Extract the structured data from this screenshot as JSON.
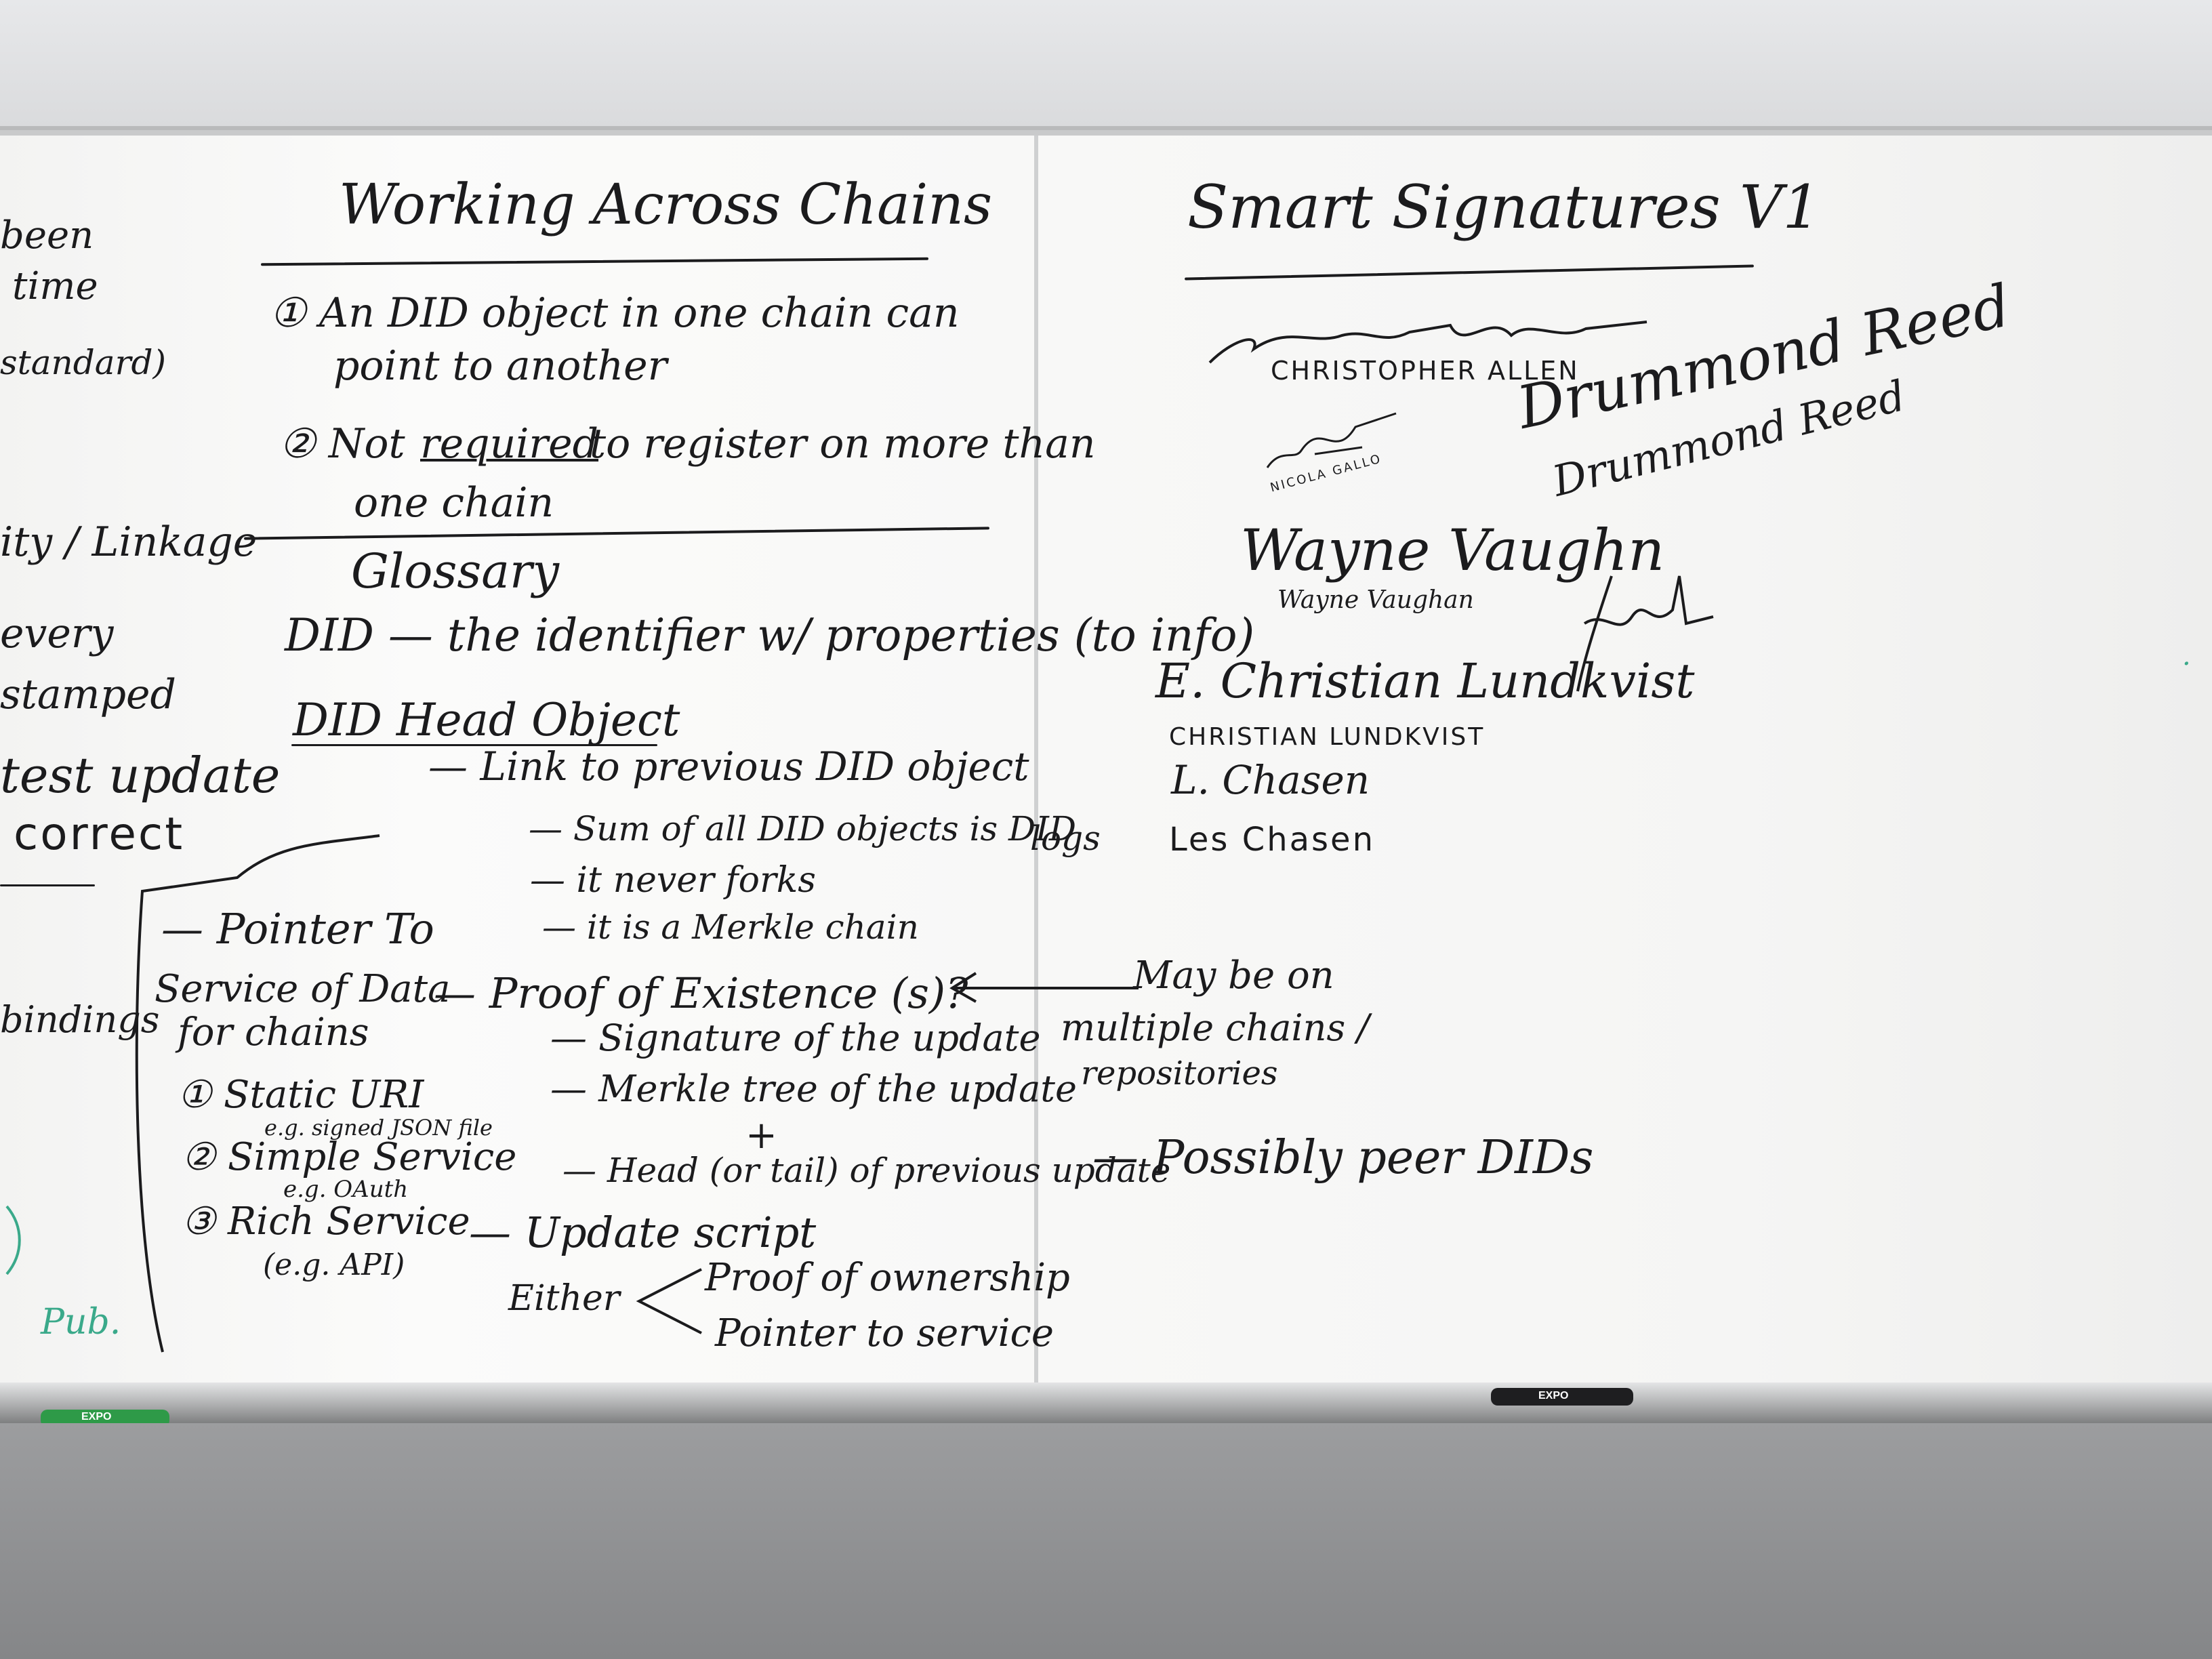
{
  "left_panel": {
    "title": "Working Across Chains",
    "item1": "① An DID object in one chain can",
    "item1_cont": "point to another",
    "item2_pre": "② Not",
    "item2_req": "required",
    "item2_post": "to register on more than",
    "item2_cont": "one chain",
    "glossary_title": "Glossary",
    "did_line": "DID — the identifier w/ properties (to info)",
    "did_head_object": "DID Head Object",
    "link_prev": "— Link to previous DID object",
    "sum_all": "— Sum of all DID objects is DID",
    "logs": "logs",
    "never_forks": "— it never forks",
    "merkle_chain": "— it is a Merkle chain",
    "proof_existence": "— Proof of Existence (s)?",
    "signature_update": "— Signature of the update",
    "merkle_tree": "— Merkle tree of the update",
    "plus": "+",
    "head_tail": "— Head (or tail) of previous update",
    "update_script": "— Update script",
    "either": "Either",
    "proof_ownership": "Proof of ownership",
    "pointer_service": "Pointer to service",
    "pointer_to": "— Pointer To",
    "service_of_data": "Service of Data",
    "for_chains": "for chains",
    "static_uri": "① Static URI",
    "static_example": "e.g. signed JSON file",
    "simple_service": "② Simple Service",
    "simple_example": "e.g. OAuth",
    "rich_service": "③ Rich Service",
    "rich_example": "(e.g. API)",
    "edge_fragments": [
      "been",
      "time",
      "standard)",
      "ity / Linkage",
      "every",
      "stamped",
      "test update",
      "correct",
      "bindings"
    ],
    "edge_green": [
      "Pub."
    ]
  },
  "right_panel": {
    "title": "Smart Signatures V1",
    "names": [
      "CHRISTOPHER ALLEN",
      "NICOLA GALLO",
      "Wayne Vaughan",
      "Drummond Reed",
      "CHRISTIAN LUNDKVIST",
      "Les Chasen"
    ],
    "signature_texts": [
      "Wayne Vaughn",
      "Drummond Reed",
      "E. Christian Lundkvist",
      "L. Chasen"
    ],
    "may_be": "May be on",
    "multiple_chains": "multiple chains /",
    "repositories": "repositories",
    "possibly_peer": "— Possibly peer DIDs"
  },
  "tray": {
    "markers": [
      {
        "label": "EXPO",
        "color": "#2e9a48"
      },
      {
        "label": "EXPO",
        "color": "#1e1e20"
      }
    ]
  }
}
